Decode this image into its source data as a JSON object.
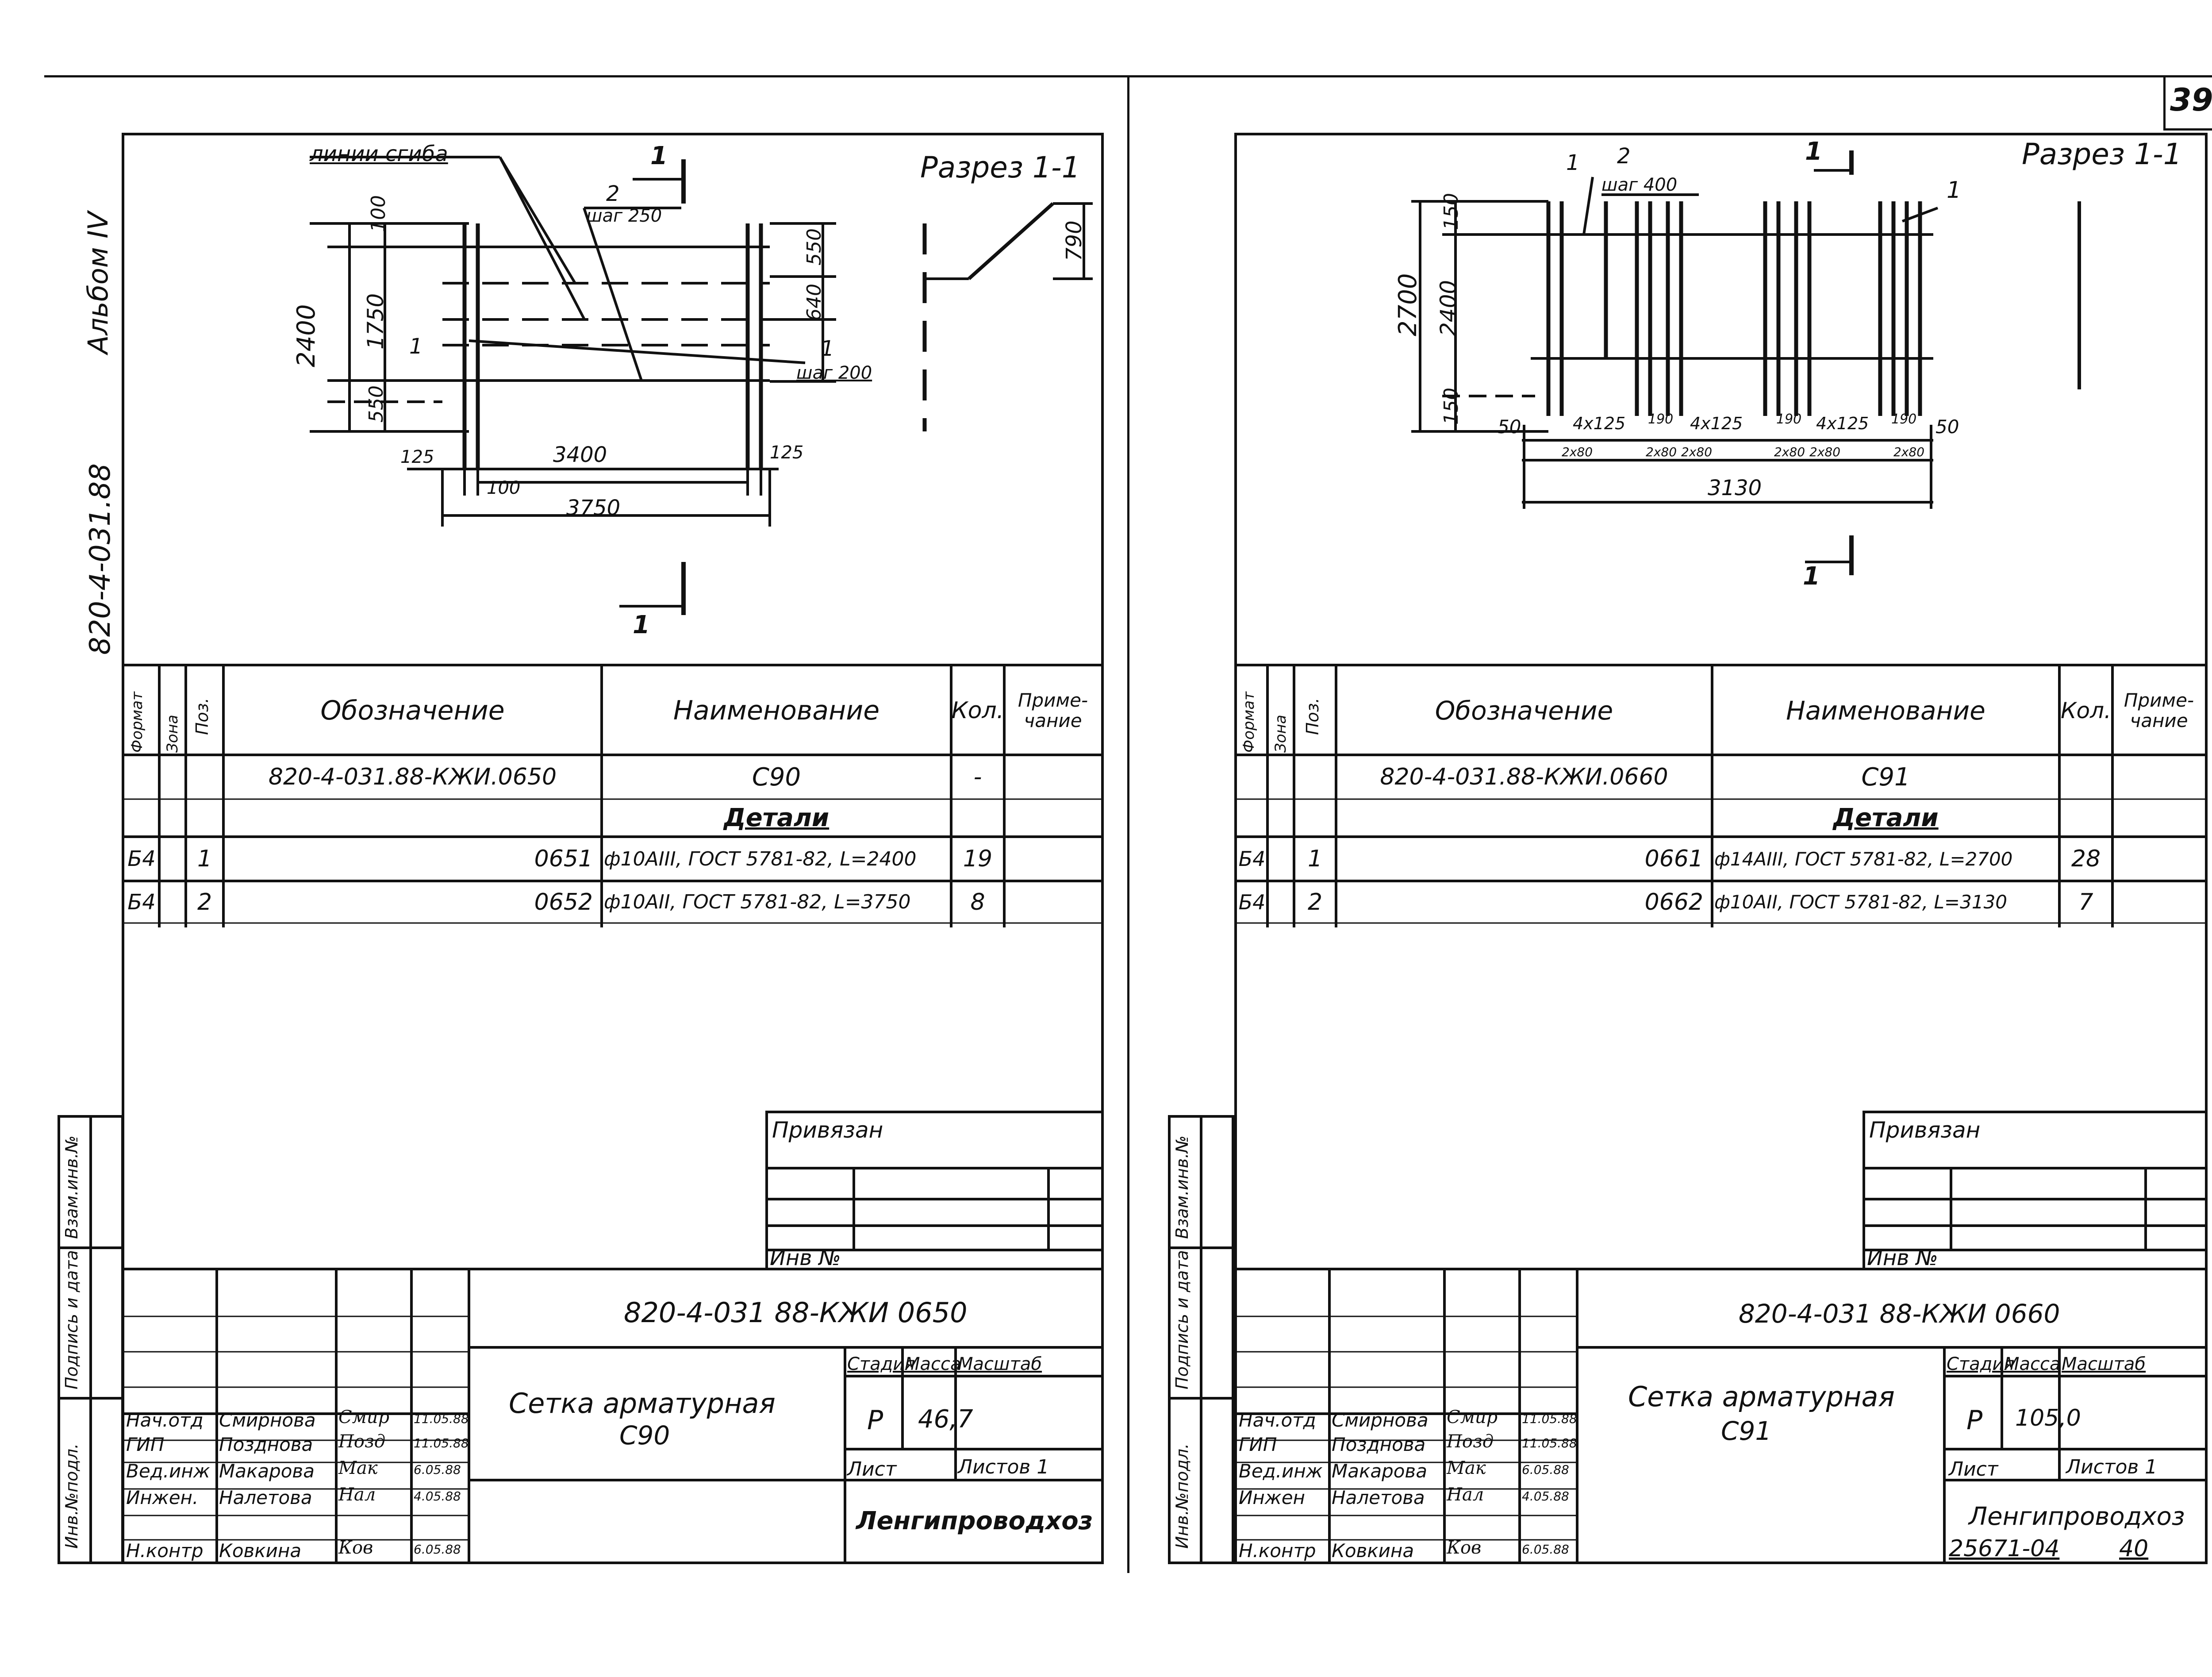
{
  "page_number": "39",
  "bottom_code": "25671-04",
  "bottom_num": "40",
  "left_sheet": {
    "album_label": "Альбом IV",
    "side_code": "820-4-031.88",
    "section_title": "Разрез 1-1",
    "drawing": {
      "bend_lines_label": "линии сгиба",
      "marker_1": "1",
      "marker_2": "2",
      "step_250": "шаг 250",
      "step_200": "шаг 200",
      "dim_100_top": "100",
      "dim_2400": "2400",
      "dim_1750": "1750",
      "dim_550": "550",
      "dim_640": "640",
      "dim_550_bot": "550",
      "dim_125_left": "125",
      "dim_3400": "3400",
      "dim_125_right": "125",
      "dim_100_bot": "100",
      "dim_3750": "3750",
      "dim_790": "790"
    },
    "table": {
      "headers": {
        "format": "Формат",
        "zone": "Зона",
        "pos": "Поз.",
        "designation": "Обозначение",
        "name": "Наименование",
        "qty": "Кол.",
        "note": "Приме-чание"
      },
      "rows": [
        {
          "format": "",
          "pos": "",
          "designation": "820-4-031.88-КЖИ.0650",
          "name": "С90",
          "qty": "-"
        },
        {
          "format": "",
          "pos": "",
          "designation": "",
          "name": "Детали",
          "qty": ""
        },
        {
          "format": "Б4",
          "pos": "1",
          "designation": "0651",
          "name": "ф10АIII, ГОСТ 5781-82, L=2400",
          "qty": "19"
        },
        {
          "format": "Б4",
          "pos": "2",
          "designation": "0652",
          "name": "ф10АII, ГОСТ 5781-82, L=3750",
          "qty": "8"
        }
      ]
    },
    "privyazan": "Привязан",
    "inv_no": "Инв №",
    "stamp_code": "820-4-031 88-КЖИ 0650",
    "title_line1": "Сетка арматурная",
    "title_line2": "С90",
    "stage_h": "Стадия",
    "mass_h": "Масса",
    "scale_h": "Масштаб",
    "stage": "Р",
    "mass": "46,7",
    "sheet_h": "Лист",
    "sheets_h": "Листов 1",
    "org": "Ленгипроводхоз",
    "signers": [
      {
        "role": "Нач.отд",
        "name": "Смирнова",
        "sign": "Смир",
        "date": "11.05.88"
      },
      {
        "role": "ГИП",
        "name": "Позднова",
        "sign": "Позд",
        "date": "11.05.88"
      },
      {
        "role": "Вед.инж",
        "name": "Макарова",
        "sign": "Мак",
        "date": "6.05.88"
      },
      {
        "role": "Инжен.",
        "name": "Налетова",
        "sign": "Нал",
        "date": "4.05.88"
      },
      {
        "role": "Н.контр",
        "name": "Ковкина",
        "sign": "Ков",
        "date": "6.05.88"
      }
    ],
    "side_stamp": [
      "Инв.№подл.",
      "Подпись и дата",
      "Взам.инв.№"
    ]
  },
  "right_sheet": {
    "section_title": "Разрез 1-1",
    "drawing": {
      "marker_1": "1",
      "marker_2": "2",
      "step_400": "шаг 400",
      "dim_150_top": "150",
      "dim_2700": "2700",
      "dim_2400": "2400",
      "dim_150_bot": "150",
      "dim_50_left": "50",
      "dim_4x125_a": "4x125",
      "dim_190_a": "190",
      "dim_4x125_b": "4x125",
      "dim_190_b": "190",
      "dim_4x125_c": "4x125",
      "dim_190_c": "190",
      "dim_50_right": "50",
      "dim_2x80_a": "2x80",
      "dim_2x80_b": "2x80",
      "dim_2x80_c": "2x80",
      "dim_2x80_d": "2x80",
      "dim_2x80_e": "2x80",
      "dim_2x80_f": "2x80",
      "dim_3130": "3130"
    },
    "table": {
      "headers": {
        "format": "Формат",
        "zone": "Зона",
        "pos": "Поз.",
        "designation": "Обозначение",
        "name": "Наименование",
        "qty": "Кол.",
        "note": "Приме-чание"
      },
      "rows": [
        {
          "format": "",
          "pos": "",
          "designation": "820-4-031.88-КЖИ.0660",
          "name": "С91",
          "qty": ""
        },
        {
          "format": "",
          "pos": "",
          "designation": "",
          "name": "Детали",
          "qty": ""
        },
        {
          "format": "Б4",
          "pos": "1",
          "designation": "0661",
          "name": "ф14АIII, ГОСТ 5781-82, L=2700",
          "qty": "28"
        },
        {
          "format": "Б4",
          "pos": "2",
          "designation": "0662",
          "name": "ф10АII, ГОСТ 5781-82, L=3130",
          "qty": "7"
        }
      ]
    },
    "privyazan": "Привязан",
    "inv_no": "Инв №",
    "stamp_code": "820-4-031 88-КЖИ 0660",
    "title_line1": "Сетка арматурная",
    "title_line2": "С91",
    "stage_h": "Стадия",
    "mass_h": "Масса",
    "scale_h": "Масштаб",
    "stage": "Р",
    "mass": "105,0",
    "sheet_h": "Лист",
    "sheets_h": "Листов 1",
    "org": "Ленгипроводхоз",
    "signers": [
      {
        "role": "Нач.отд",
        "name": "Смирнова",
        "sign": "Смир",
        "date": "11.05.88"
      },
      {
        "role": "ГИП",
        "name": "Позднова",
        "sign": "Позд",
        "date": "11.05.88"
      },
      {
        "role": "Вед.инж",
        "name": "Макарова",
        "sign": "Мак",
        "date": "6.05.88"
      },
      {
        "role": "Инжен",
        "name": "Налетова",
        "sign": "Нал",
        "date": "4.05.88"
      },
      {
        "role": "Н.контр",
        "name": "Ковкина",
        "sign": "Ков",
        "date": "6.05.88"
      }
    ],
    "side_stamp": [
      "Инв.№подл.",
      "Подпись и дата",
      "Взам.инв.№"
    ]
  }
}
